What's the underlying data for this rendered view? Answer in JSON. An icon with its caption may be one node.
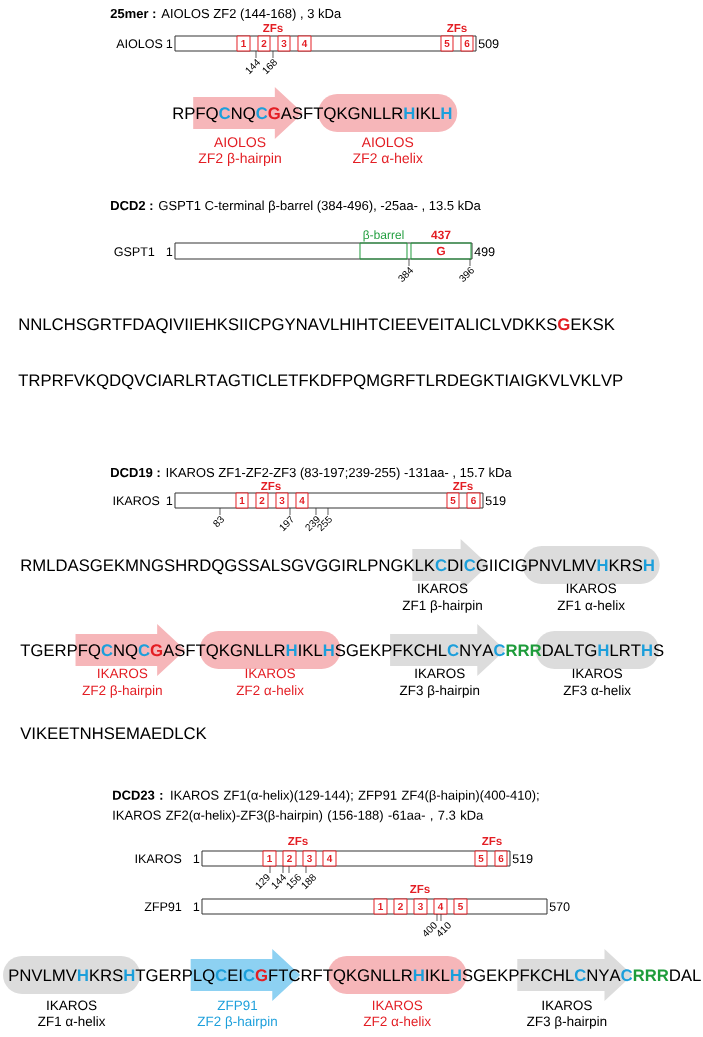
{
  "diagram": {
    "nodes": [
      {
        "text": [],
        "shape": "bar",
        "beside": [
          "AIOLOS",
          "1",
          "509"
        ]
      },
      {
        "text": [
          "1"
        ],
        "in": 0
      },
      {
        "text": [
          "2"
        ],
        "in": 0
      },
      {
        "text": [
          "3"
        ],
        "in": 0
      },
      {
        "text": [
          "4"
        ],
        "in": 0
      },
      {
        "text": [
          "5"
        ],
        "in": 0
      },
      {
        "text": [
          "6"
        ],
        "in": 0
      },
      {
        "text": [
          "AIOLOS",
          "ZF2 β-hairpin"
        ]
      },
      {
        "text": [
          "AIOLOS",
          "ZF2 α-helix"
        ]
      },
      {
        "text": [],
        "shape": "bar",
        "beside": [
          "GSPT1",
          "1",
          "499"
        ]
      },
      {
        "text": [
          "β-barrel"
        ],
        "in": 9
      },
      {
        "text": [
          "437",
          "G"
        ],
        "in": 9
      },
      {
        "text": [],
        "shape": "bar",
        "beside": [
          "IKAROS",
          "1",
          "519"
        ]
      },
      {
        "text": [
          "1"
        ],
        "in": 12
      },
      {
        "text": [
          "2"
        ],
        "in": 12
      },
      {
        "text": [
          "3"
        ],
        "in": 12
      },
      {
        "text": [
          "4"
        ],
        "in": 12
      },
      {
        "text": [
          "5"
        ],
        "in": 12
      },
      {
        "text": [
          "6"
        ],
        "in": 12
      },
      {
        "text": [
          "IKAROS",
          "ZF1 β-hairpin"
        ]
      },
      {
        "text": [
          "IKAROS",
          "ZF1 α-helix"
        ]
      },
      {
        "text": [
          "IKAROS",
          "ZF2 β-hairpin"
        ]
      },
      {
        "text": [
          "IKAROS",
          "ZF2 α-helix"
        ]
      },
      {
        "text": [
          "IKAROS",
          "ZF3 β-hairpin"
        ]
      },
      {
        "text": [
          "IKAROS",
          "ZF3 α-helix"
        ]
      },
      {
        "text": [],
        "shape": "bar",
        "beside": [
          "IKAROS",
          "1",
          "519"
        ]
      },
      {
        "text": [
          "1"
        ],
        "in": 25
      },
      {
        "text": [
          "2"
        ],
        "in": 25
      },
      {
        "text": [
          "3"
        ],
        "in": 25
      },
      {
        "text": [
          "4"
        ],
        "in": 25
      },
      {
        "text": [
          "5"
        ],
        "in": 25
      },
      {
        "text": [
          "6"
        ],
        "in": 25
      },
      {
        "text": [],
        "shape": "bar",
        "beside": [
          "ZFP91",
          "1",
          "570"
        ]
      },
      {
        "text": [
          "1"
        ],
        "in": 32
      },
      {
        "text": [
          "2"
        ],
        "in": 32
      },
      {
        "text": [
          "3"
        ],
        "in": 32
      },
      {
        "text": [
          "4"
        ],
        "in": 32
      },
      {
        "text": [
          "5"
        ],
        "in": 32
      },
      {
        "text": [
          "IKAROS",
          "ZF1 α-helix"
        ]
      },
      {
        "text": [
          "ZFP91",
          "ZF2 β-hairpin"
        ]
      },
      {
        "text": [
          "IKAROS",
          "ZF2 α-helix"
        ]
      },
      {
        "text": [
          "IKAROS",
          "ZF3 β-hairpin"
        ]
      }
    ],
    "labels": [
      "**25mer :** AIOLOS ZF2 (144-168) , 3 kDa",
      "ZFs",
      "ZFs",
      "144",
      "168",
      "RPFQ",
      "C",
      "NQ",
      "C",
      "G",
      "ASFTQKGNLLR",
      "H",
      "IKL",
      "H",
      "**DCD2 :** GSPT1 C-terminal β-barrel (384-496), -25aa- , 13.5 kDa",
      "384",
      "396",
      "NNLCHSGRTFDAQIVIIEHKSIICPGYNAVLHIHTCIEEVEITALICLVDKKS",
      "G",
      "EKSK",
      "TRPRFVKQDQVCIARLRTAGTICLETFKDFPQMGRFTLRDEGKTIAIGKVLVKLVP",
      "**DCD19 :** IKAROS ZF1-ZF2-ZF3 (83-197;239-255) -131aa- , 15.7 kDa",
      "ZFs",
      "ZFs",
      "83",
      "197",
      "239",
      "255",
      "RMLDASGEKMNGSHRDQGSSALSGVGGIRLPNGKLK",
      "C",
      "DI",
      "C",
      "GIICIGPNVLMV",
      "H",
      "KRS",
      "H",
      "TGERPFQ",
      "C",
      "NQ",
      "C",
      "G",
      "ASFTQKGNLLR",
      "H",
      "IKL",
      "H",
      "SGEKPFKCHL",
      "C",
      "NYA",
      "C",
      "RRR",
      "DALTG",
      "H",
      "LRT",
      "H",
      "S",
      "VIKEETNHSEMAEDLCK",
      "**DCD23 :** IKAROS ZF1(α-helix)(129-144); ZFP91 ZF4(β-haipin)(400-410); IKAROS ZF2(α-helix)-ZF3(β-hairpin) (156-188) -61aa- , 7.3 kDa",
      "ZFs",
      "ZFs",
      "129",
      "144",
      "156",
      "188",
      "ZFs",
      "400",
      "410",
      "PNVLMV",
      "H",
      "KRS",
      "H",
      "TGERPLQ",
      "C",
      "EI",
      "C",
      "G",
      "FTCRFTQKGNLLR",
      "H",
      "IKL",
      "H",
      "SGEKPFKCHL",
      "C",
      "NYA",
      "C",
      "RRR",
      "DAL"
    ]
  }
}
